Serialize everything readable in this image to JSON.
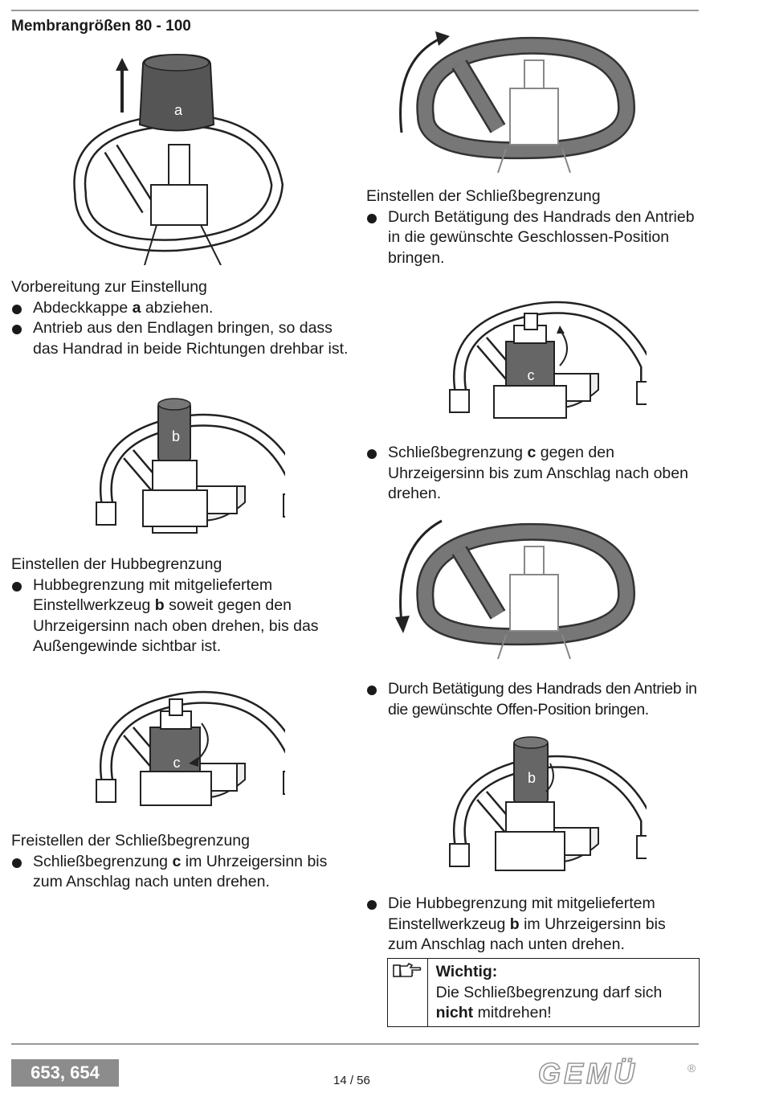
{
  "heading": "Membrangrößen 80 - 100",
  "labels": {
    "a": "a",
    "b": "b",
    "c": "c"
  },
  "left": {
    "vorbereitung": {
      "title": "Vorbereitung zur Einstellung",
      "b1_pre": "Abdeckkappe ",
      "b1_key": "a",
      "b1_post": " abziehen.",
      "b2": "Antrieb aus den Endlagen bringen, so dass das Handrad in beide Richtungen drehbar ist."
    },
    "hubbegrenzung": {
      "title": "Einstellen der Hubbegrenzung",
      "b1_pre": "Hubbegrenzung mit mitgeliefertem Einstellwerkzeug ",
      "b1_key": "b",
      "b1_post": " soweit gegen den Uhrzeigersinn nach oben drehen, bis das Außengewinde sichtbar ist."
    },
    "freistellen": {
      "title": "Freistellen der Schließbegrenzung",
      "b1_pre": "Schließbegrenzung ",
      "b1_key": "c",
      "b1_post": " im Uhrzeigersinn bis zum Anschlag nach unten drehen."
    }
  },
  "right": {
    "schliess": {
      "title": "Einstellen der Schließbegrenzung",
      "b1": "Durch Betätigung des Handrads den Antrieb in die gewünschte Geschlossen-Position bringen."
    },
    "step2_pre": "Schließbegrenzung ",
    "step2_key": "c",
    "step2_post": " gegen den Uhrzeigersinn bis zum Anschlag nach oben drehen.",
    "step3": "Durch Betätigung des Handrads den Antrieb in die gewünschte Offen-Position bringen.",
    "step4_pre": "Die Hubbegrenzung mit mitgeliefertem Einstellwerkzeug ",
    "step4_key": "b",
    "step4_post": " im Uhrzeigersinn bis zum Anschlag nach unten drehen."
  },
  "note": {
    "title": "Wichtig:",
    "text_pre": "Die Schließbegrenzung darf sich ",
    "text_key": "nicht",
    "text_post": " mitdrehen!",
    "icon": "pointing-hand-icon"
  },
  "footer": {
    "models": "653, 654",
    "page": "14 / 56",
    "logo": "GEMÜ",
    "registered": "®"
  }
}
